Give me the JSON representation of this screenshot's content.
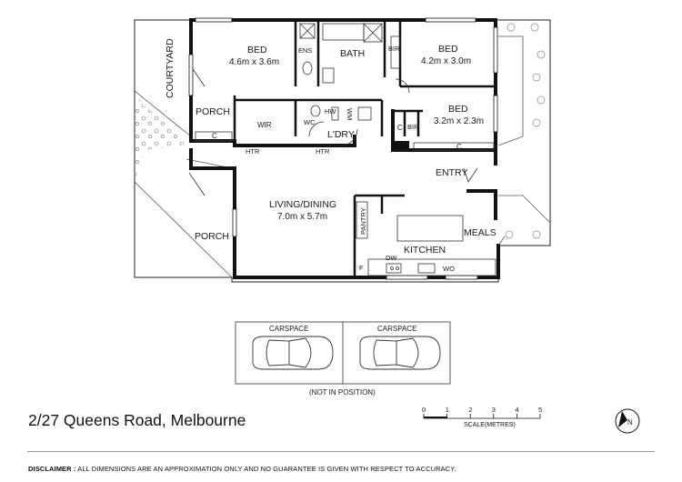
{
  "rooms": {
    "bed1": {
      "name": "BED",
      "dims": "4.6m x 3.6m"
    },
    "bed2": {
      "name": "BED",
      "dims": "4.2m x 3.0m"
    },
    "bed3": {
      "name": "BED",
      "dims": "3.2m x 2.3m"
    },
    "bath": "BATH",
    "ens": "ENS",
    "bir1": "BIR",
    "bir2": "BIR",
    "porch1": "PORCH",
    "porch2": "PORCH",
    "wir": "WIR",
    "c1": "C",
    "c2": "C",
    "c3": "C",
    "wc": "WC",
    "hw": "HW",
    "wm": "WM",
    "ldry": "L'DRY",
    "htr1": "HTR",
    "htr2": "HTR",
    "entry": "ENTRY",
    "living": {
      "name": "LIVING/DINING",
      "dims": "7.0m x 5.7m"
    },
    "pantry": "PANTRY",
    "kitchen": "KITCHEN",
    "meals": "MEALS",
    "dw": "DW",
    "f": "F",
    "wo": "WO",
    "courtyard": "COURTYARD"
  },
  "carspaces": {
    "left": "CARSPACE",
    "right": "CARSPACE",
    "note": "(NOT IN POSITION)"
  },
  "address": "2/27 Queens Road, Melbourne",
  "scale": {
    "ticks": [
      "0",
      "1",
      "2",
      "3",
      "4",
      "5"
    ],
    "caption": "SCALE(METRES)"
  },
  "north": "N",
  "disclaimer": {
    "label": "DISCLAIMER :",
    "text": "ALL DIMENSIONS ARE AN APPROXIMATION ONLY AND NO GUARANTEE IS GIVEN WITH RESPECT TO ACCURACY."
  }
}
